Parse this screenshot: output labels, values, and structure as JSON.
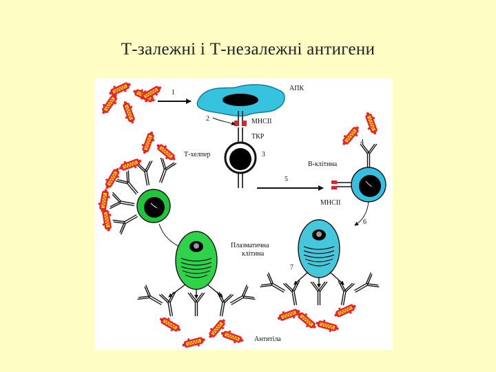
{
  "title": "Т-залежні і Т-незалежні антигени",
  "labels": {
    "apc": "АПК",
    "mhc_top": "МНСII",
    "tcr": "ТКР",
    "t_helper": "Т-хелпер",
    "b_cell": "В-клітина",
    "mhc_b": "МНСII",
    "plasma_line1": "Плазматична",
    "plasma_line2": "клітина",
    "antibodies": "Антитіла"
  },
  "steps": [
    "1",
    "2",
    "3",
    "4",
    "5",
    "6",
    "7"
  ],
  "colors": {
    "background": "#fdfdc4",
    "panel": "#ffffff",
    "apc": "#35c3df",
    "b_cell": "#35bfe0",
    "green_cell": "#22c43a",
    "plasma_green": "#2fd34a",
    "plasma_cyan": "#45c8dc",
    "antigen_red": "#e8232a",
    "antigen_yellow": "#f2d81a",
    "mhc_red": "#d8262a"
  }
}
